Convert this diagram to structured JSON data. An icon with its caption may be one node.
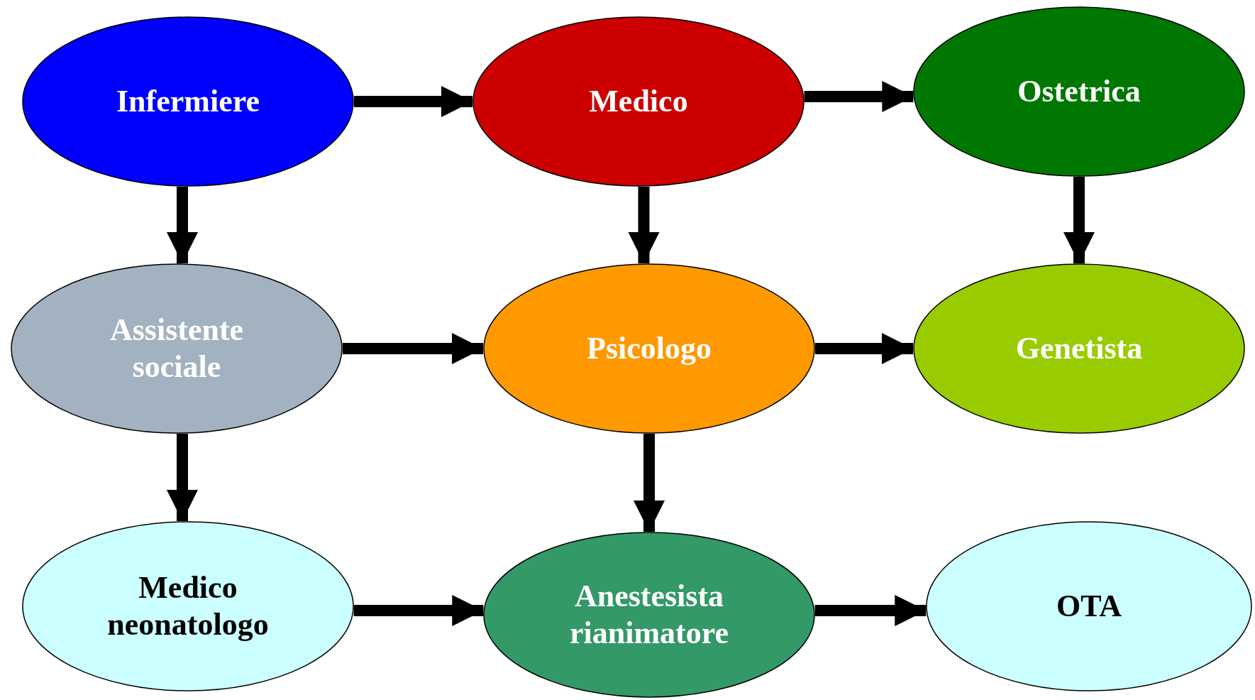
{
  "diagram": {
    "nodes": [
      {
        "text": [
          "Infermiere"
        ]
      },
      {
        "text": [
          "Medico"
        ]
      },
      {
        "text": [
          "Ostetrica"
        ]
      },
      {
        "text": [
          "Assistente sociale"
        ]
      },
      {
        "text": [
          "Psicologo"
        ]
      },
      {
        "text": [
          "Genetista"
        ]
      },
      {
        "text": [
          "Medico neonatologo"
        ]
      },
      {
        "text": [
          "Anestesista rianimatore"
        ]
      },
      {
        "text": [
          "OTA"
        ]
      }
    ],
    "edges": [
      {
        "from": 0,
        "to": 1,
        "arrow": "to"
      },
      {
        "from": 1,
        "to": 2,
        "arrow": "to"
      },
      {
        "from": 0,
        "to": 3,
        "arrow": "to"
      },
      {
        "from": 1,
        "to": 4,
        "arrow": "to"
      },
      {
        "from": 2,
        "to": 5,
        "arrow": "to"
      },
      {
        "from": 3,
        "to": 4,
        "arrow": "to"
      },
      {
        "from": 4,
        "to": 5,
        "arrow": "to"
      },
      {
        "from": 3,
        "to": 6,
        "arrow": "to"
      },
      {
        "from": 4,
        "to": 7,
        "arrow": "to"
      },
      {
        "from": 6,
        "to": 7,
        "arrow": "to"
      },
      {
        "from": 7,
        "to": 8,
        "arrow": "to"
      }
    ]
  }
}
